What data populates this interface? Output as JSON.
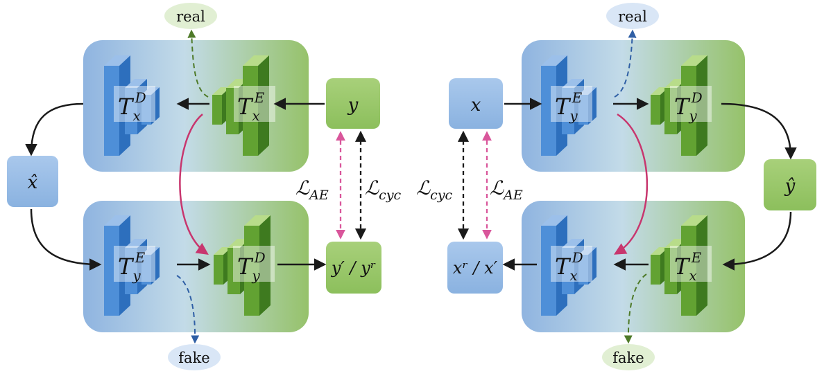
{
  "colors": {
    "blue": "#8fb4e0",
    "green": "#98c46a",
    "blue_light": "#d9e6f6",
    "green_light": "#e1efd3",
    "arrow_black": "#1a1a1a",
    "arrow_pink": "#c8366e",
    "dash_pink": "#d9569b",
    "dash_green": "#4e7a28",
    "dash_blue": "#2f5fa5"
  },
  "left_branch": {
    "top_module": {
      "decoder": {
        "base": "T",
        "sub": "x",
        "sup": "D"
      },
      "encoder": {
        "base": "T",
        "sub": "x",
        "sup": "E"
      }
    },
    "bottom_module": {
      "encoder": {
        "base": "T",
        "sub": "y",
        "sup": "E"
      },
      "decoder": {
        "base": "T",
        "sub": "y",
        "sup": "D"
      }
    },
    "input_node": "y",
    "intermediate_node": "x̂",
    "output_node": "y′ / yʳ",
    "disc_top_label": "real",
    "disc_bottom_label": "fake",
    "loss_ae": {
      "base": "ℒ",
      "sub": "AE"
    },
    "loss_cyc": {
      "base": "ℒ",
      "sub": "cyc"
    }
  },
  "right_branch": {
    "top_module": {
      "encoder": {
        "base": "T",
        "sub": "y",
        "sup": "E"
      },
      "decoder": {
        "base": "T",
        "sub": "y",
        "sup": "D"
      }
    },
    "bottom_module": {
      "decoder": {
        "base": "T",
        "sub": "x",
        "sup": "D"
      },
      "encoder": {
        "base": "T",
        "sub": "x",
        "sup": "E"
      }
    },
    "input_node": "x",
    "intermediate_node": "ŷ",
    "output_node": "xʳ / x′",
    "disc_top_label": "real",
    "disc_bottom_label": "fake",
    "loss_cyc": {
      "base": "ℒ",
      "sub": "cyc"
    },
    "loss_ae": {
      "base": "ℒ",
      "sub": "AE"
    }
  }
}
